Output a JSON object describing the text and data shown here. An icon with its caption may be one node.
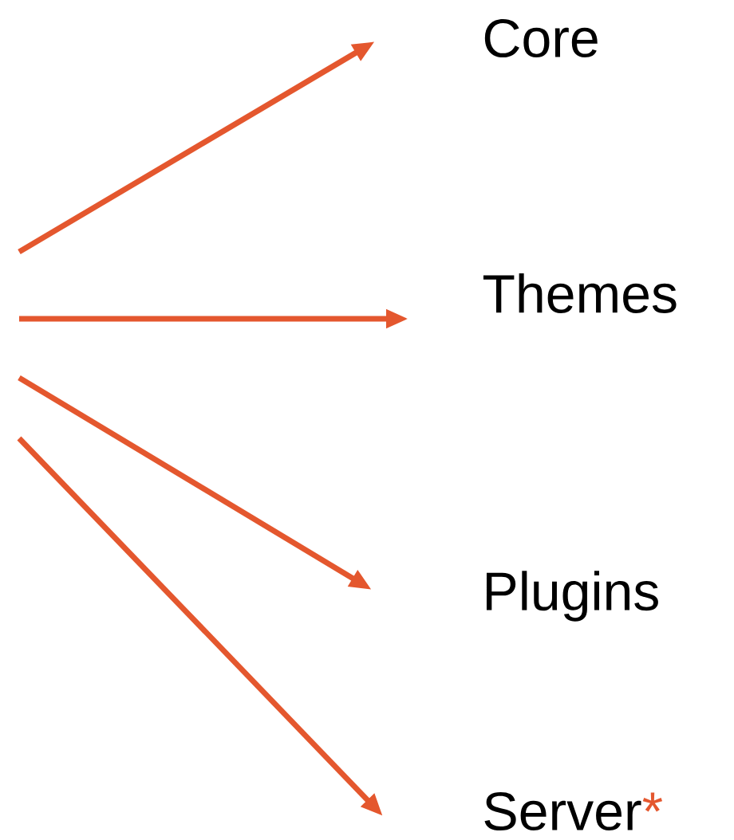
{
  "diagram": {
    "nodes": [
      {
        "text": [
          "Core"
        ]
      },
      {
        "text": [
          "Themes"
        ]
      },
      {
        "text": [
          "Plugins"
        ]
      },
      {
        "text": [
          "Server",
          "*"
        ]
      }
    ],
    "edges": [
      {
        "from": null,
        "to": 0,
        "arrow": "to"
      },
      {
        "from": null,
        "to": 1,
        "arrow": "to"
      },
      {
        "from": null,
        "to": 2,
        "arrow": "to"
      },
      {
        "from": null,
        "to": 3,
        "arrow": "to"
      }
    ]
  }
}
